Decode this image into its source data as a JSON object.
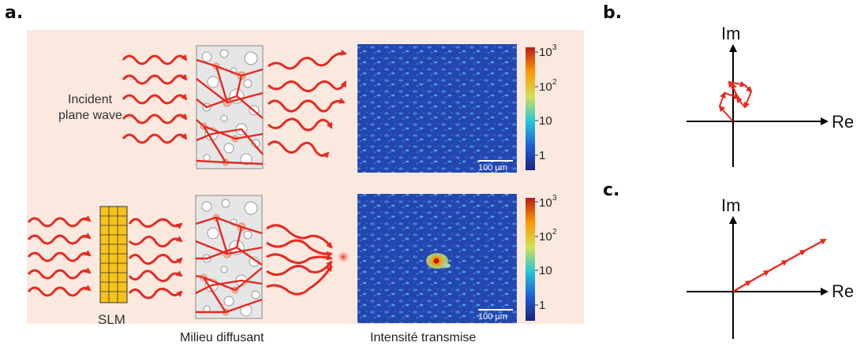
{
  "labels": {
    "a": "a.",
    "b": "b.",
    "c": "c."
  },
  "panel_a": {
    "incident_line1": "Incident",
    "incident_line2": "plane wave",
    "slm": "SLM",
    "scale_bar_top": "100 µm",
    "scale_bar_bottom": "100 µm",
    "colorbar_top": [
      "10",
      "10",
      "10",
      "1"
    ],
    "colorbar_top_exp": [
      "3",
      "2"
    ],
    "colorbar_bottom": [
      "10",
      "10",
      "10",
      "1"
    ],
    "colorbar_bottom_exp": [
      "3",
      "2"
    ],
    "caption_medium": "Milieu diffusant",
    "caption_intensity": "Intensité transmise"
  },
  "panel_b": {
    "im": "Im",
    "re": "Re"
  },
  "panel_c": {
    "im": "Im",
    "re": "Re"
  },
  "colors": {
    "background": "#fbe9e0",
    "wave": "#e8291f",
    "slm_fill": "#f6c21b",
    "medium_fill": "#e6e6e6",
    "speckle_bg": "#1f3fa6",
    "phasor": "#e8291f"
  }
}
